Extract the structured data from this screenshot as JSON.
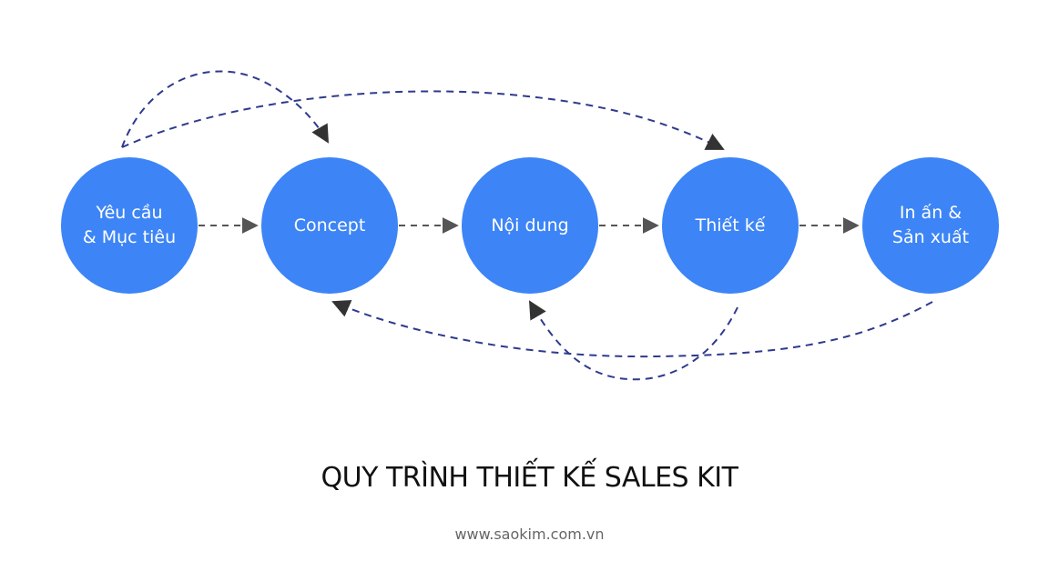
{
  "nodes": [
    {
      "id": "yeu-cau",
      "lines": [
        "Yêu cầu",
        "& Mục tiêu"
      ]
    },
    {
      "id": "concept",
      "lines": [
        "Concept"
      ]
    },
    {
      "id": "noi-dung",
      "lines": [
        "Nội dung"
      ]
    },
    {
      "id": "thiet-ke",
      "lines": [
        "Thiết kế"
      ]
    },
    {
      "id": "in-an",
      "lines": [
        "In ấn &",
        "Sản xuất"
      ]
    }
  ],
  "title": "QUY TRÌNH THIẾT KẾ SALES KIT",
  "website": "www.saokim.com.vn",
  "colors": {
    "node_fill": "#3d85f6",
    "node_text": "#ffffff",
    "straight_arrow": "#555555",
    "curved_arrow": "#2e3a8c",
    "title": "#111111",
    "website": "#666666"
  }
}
